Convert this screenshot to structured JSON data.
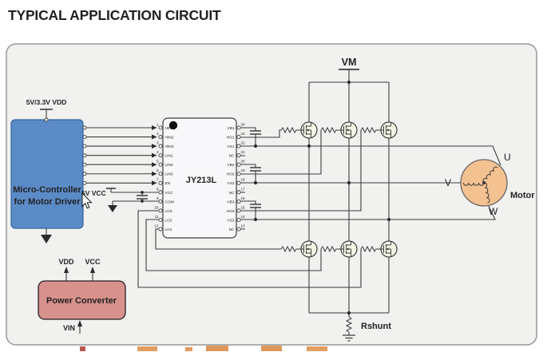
{
  "title": "TYPICAL APPLICATION CIRCUIT",
  "mcu": {
    "label_line1": "Micro-Controller",
    "label_line2": "for Motor Driver",
    "supply_label": "5V/3.3V VDD"
  },
  "ic": {
    "name": "JY213L",
    "left_pins": [
      {
        "num": "1",
        "label": "HIN1"
      },
      {
        "num": "2",
        "label": "HIN2"
      },
      {
        "num": "3",
        "label": "HIN3"
      },
      {
        "num": "4",
        "label": "LIN1"
      },
      {
        "num": "5",
        "label": "LIN2"
      },
      {
        "num": "6",
        "label": "LIN3"
      },
      {
        "num": "7",
        "label": "EN"
      },
      {
        "num": "8",
        "label": "VCC"
      },
      {
        "num": "9",
        "label": "COM"
      },
      {
        "num": "10",
        "label": "LO3"
      },
      {
        "num": "11",
        "label": "LO2"
      },
      {
        "num": "12",
        "label": "LO1"
      }
    ],
    "right_pins": [
      {
        "num": "24",
        "label": "VB1"
      },
      {
        "num": "23",
        "label": "HO1"
      },
      {
        "num": "22",
        "label": "VS1"
      },
      {
        "num": "21",
        "label": "NC"
      },
      {
        "num": "20",
        "label": "VB2"
      },
      {
        "num": "19",
        "label": "HO2"
      },
      {
        "num": "18",
        "label": "VS2"
      },
      {
        "num": "17",
        "label": "NC"
      },
      {
        "num": "16",
        "label": "VB3"
      },
      {
        "num": "15",
        "label": "HO3"
      },
      {
        "num": "14",
        "label": "VS3"
      },
      {
        "num": "13",
        "label": "NC"
      }
    ]
  },
  "vcc_label": "5V VCC",
  "power_converter": {
    "label": "Power Converter",
    "vdd_label": "VDD",
    "vcc_label": "VCC",
    "vin_label": "VIN"
  },
  "bridge": {
    "vm_label": "VM",
    "rshunt_label": "Rshunt"
  },
  "motor": {
    "label": "Motor",
    "phase_u": "U",
    "phase_v": "V",
    "phase_w": "W"
  },
  "colors": {
    "title_text": "#0b0b0b",
    "mcu_fill": "#5b8bc7",
    "mcu_stroke": "#36649c",
    "mcu_text": "#963636",
    "power_fill": "#d8918d",
    "power_stroke": "#222222",
    "motor_fill": "#f4c191",
    "motor_stroke": "#666666",
    "motor_text": "#2ecc71",
    "wire": "#3c3c3c",
    "frame_fill": "#f1f1ef",
    "frame_stroke": "#979797"
  }
}
